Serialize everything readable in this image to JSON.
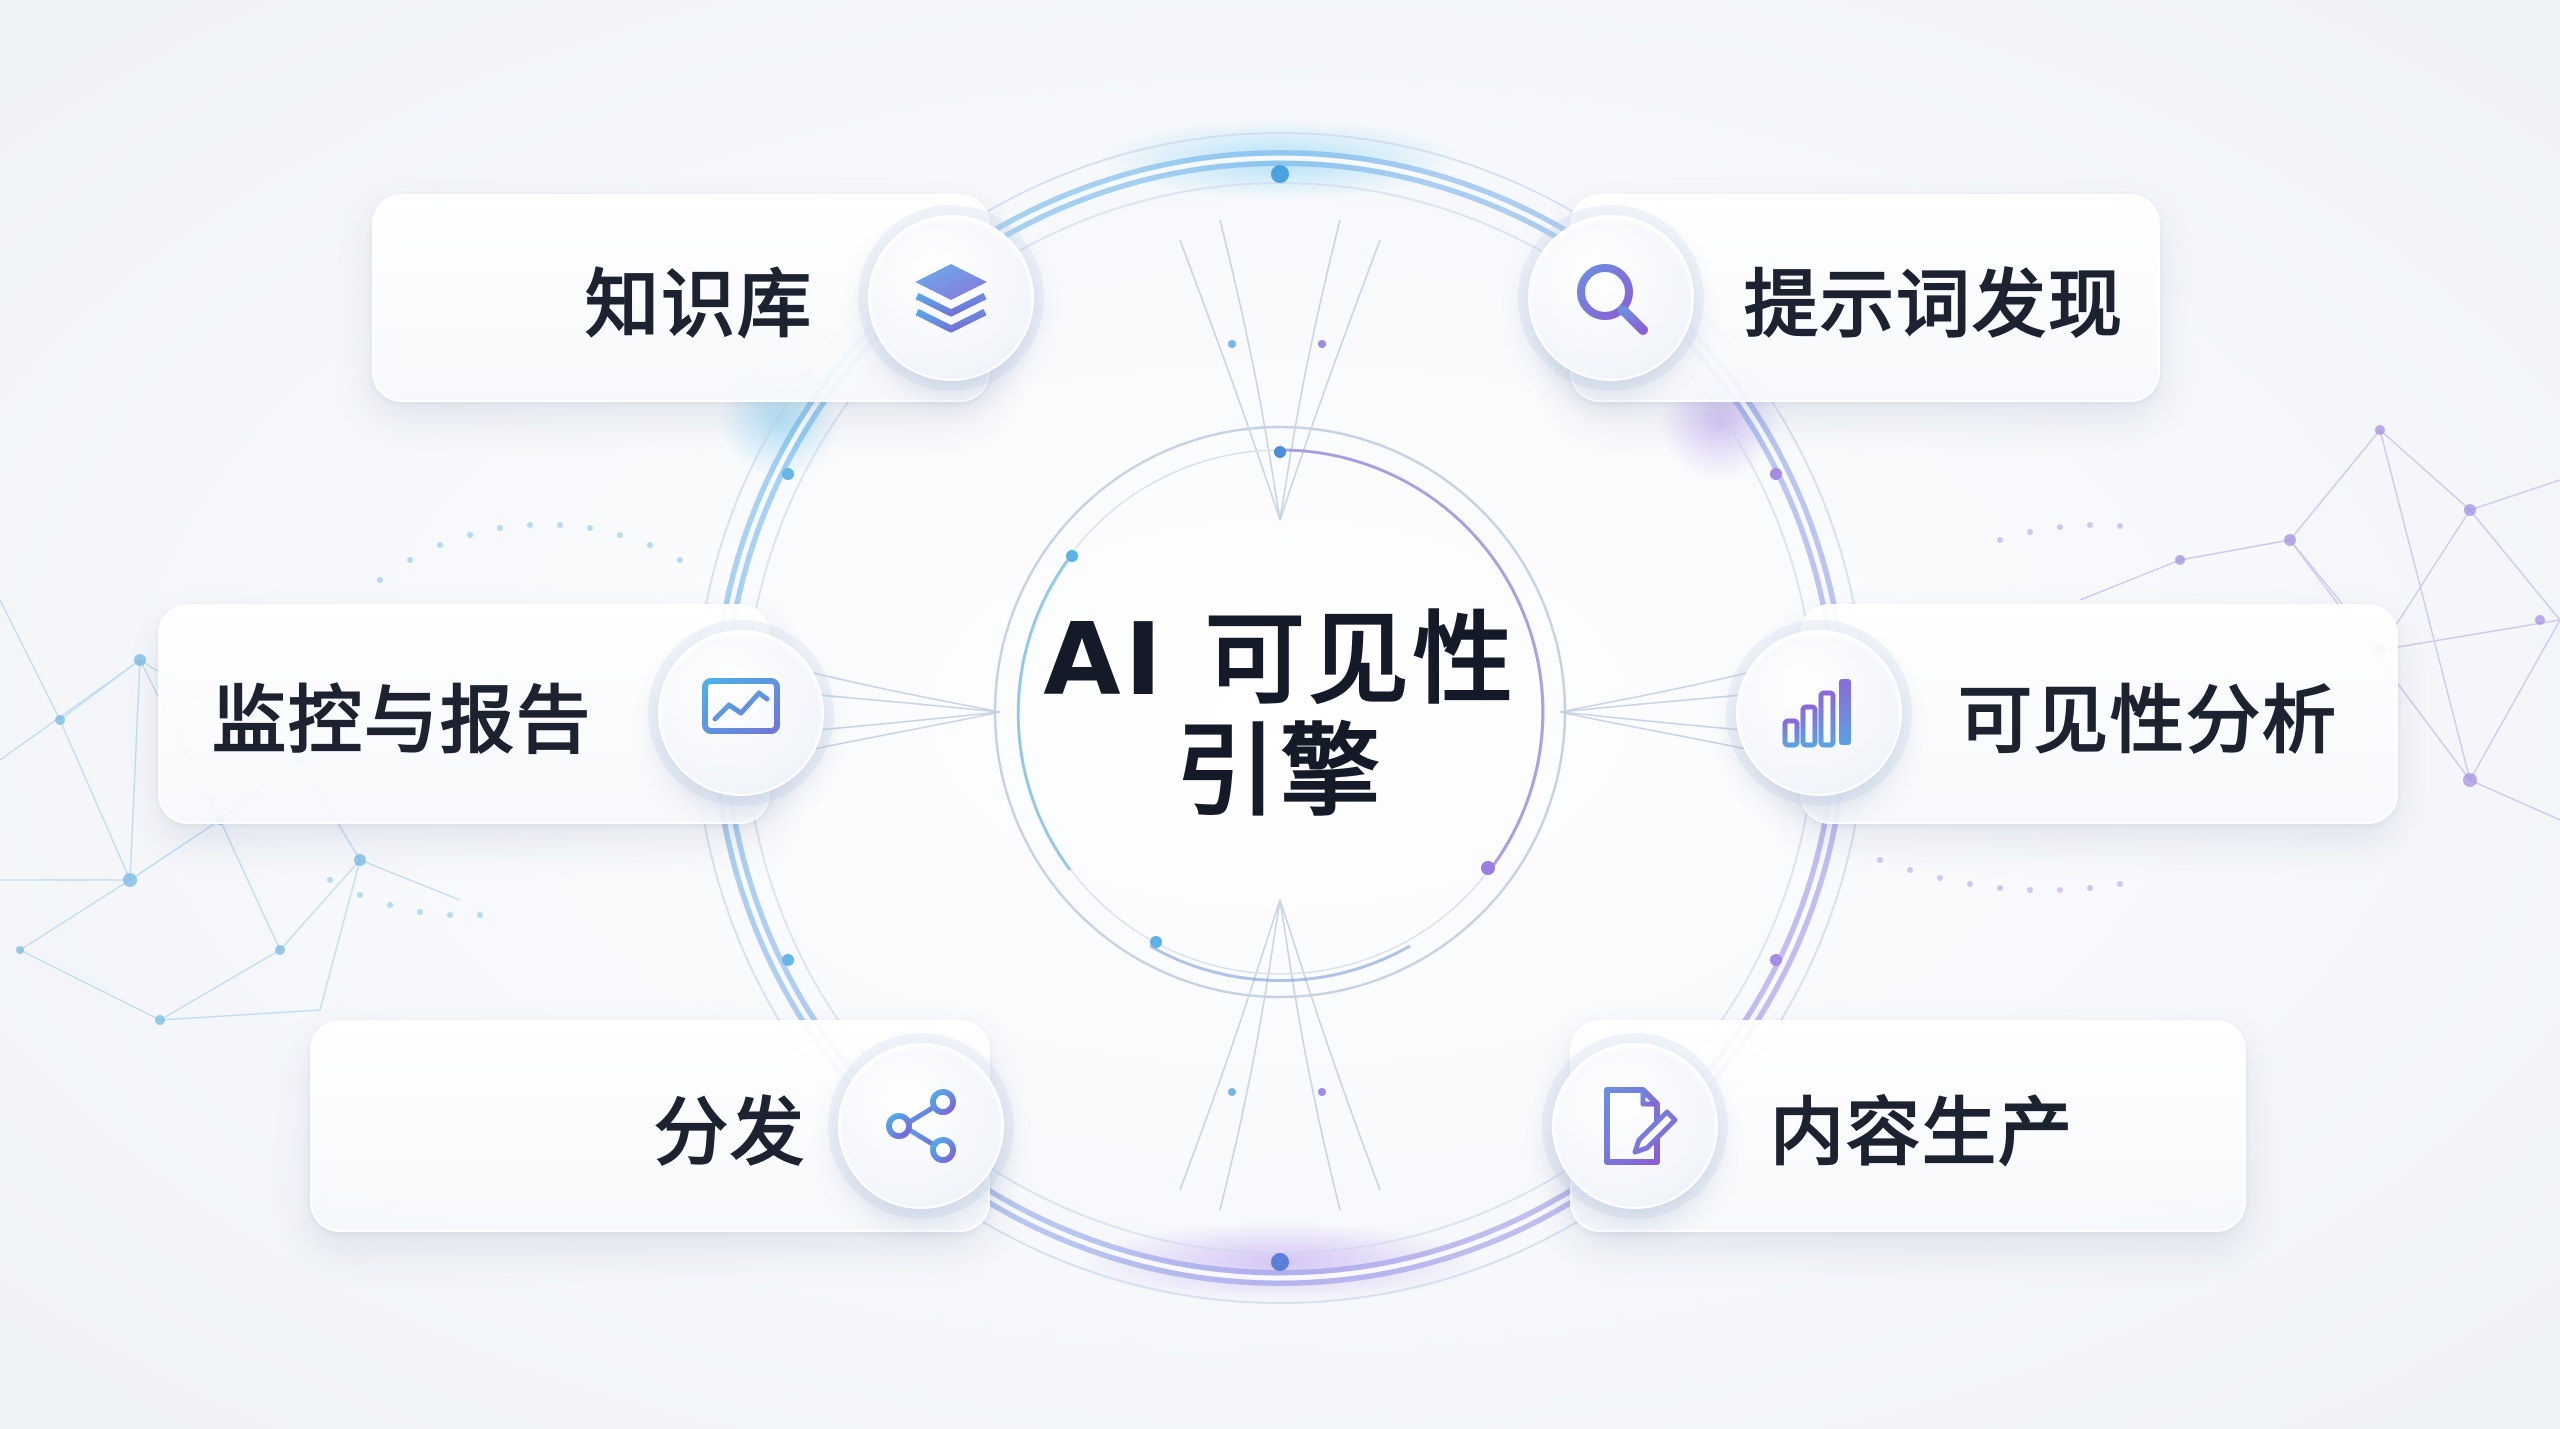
{
  "center": {
    "line1": "AI 可见性",
    "line2": "引擎"
  },
  "modules": [
    {
      "label": "知识库",
      "icon": "layers-icon"
    },
    {
      "label": "提示词发现",
      "icon": "search-icon"
    },
    {
      "label": "监控与报告",
      "icon": "monitor-chart-icon"
    },
    {
      "label": "可见性分析",
      "icon": "bar-chart-icon"
    },
    {
      "label": "分发",
      "icon": "share-icon"
    },
    {
      "label": "内容生产",
      "icon": "document-edit-icon"
    }
  ],
  "colors": {
    "blue_accent": "#4a9fe0",
    "purple_accent": "#9b7be0",
    "text": "#1c2230"
  }
}
